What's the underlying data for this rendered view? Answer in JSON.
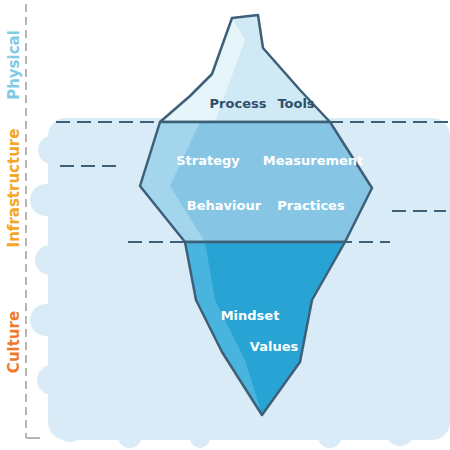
{
  "diagram": {
    "nodes": [
      {
        "text": [
          "Process",
          "Tools"
        ]
      },
      {
        "text": [
          "Strategy",
          "Measurement",
          "Behaviour",
          "Practices"
        ]
      },
      {
        "text": [
          "Mindset",
          "Values"
        ]
      }
    ],
    "labels": [
      "Physical",
      "Infrastructure",
      "Culture"
    ]
  }
}
